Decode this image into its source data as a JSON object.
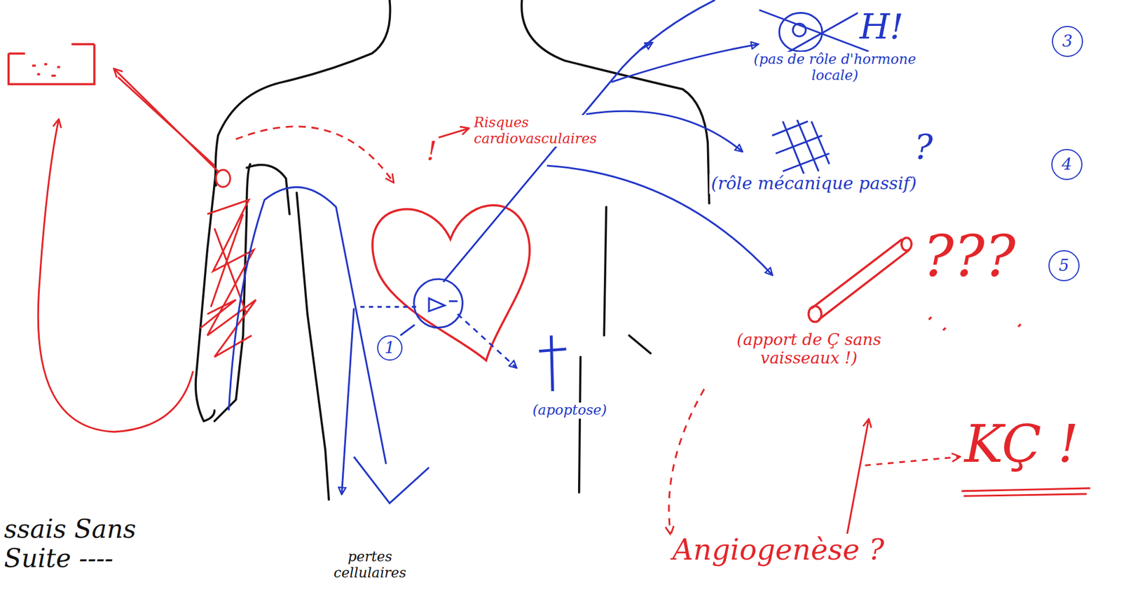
{
  "diagram": {
    "nodes": [
      {
        "text": [
          "3"
        ]
      },
      {
        "text": [
          "4"
        ]
      },
      {
        "text": [
          "5"
        ]
      },
      {
        "text": [
          "1"
        ]
      }
    ],
    "labels": [
      "H!",
      "(pas de rôle d'hormone locale)",
      "Risques cardiovasculaires",
      "!",
      "?",
      "(rôle mécanique passif)",
      "???",
      "(apport de Ç sans vaisseaux !)",
      "(apoptose)",
      "KÇ !",
      "Angiogenèse ?",
      "ssais Sans Suite ----",
      "pertes cellulaires"
    ]
  }
}
